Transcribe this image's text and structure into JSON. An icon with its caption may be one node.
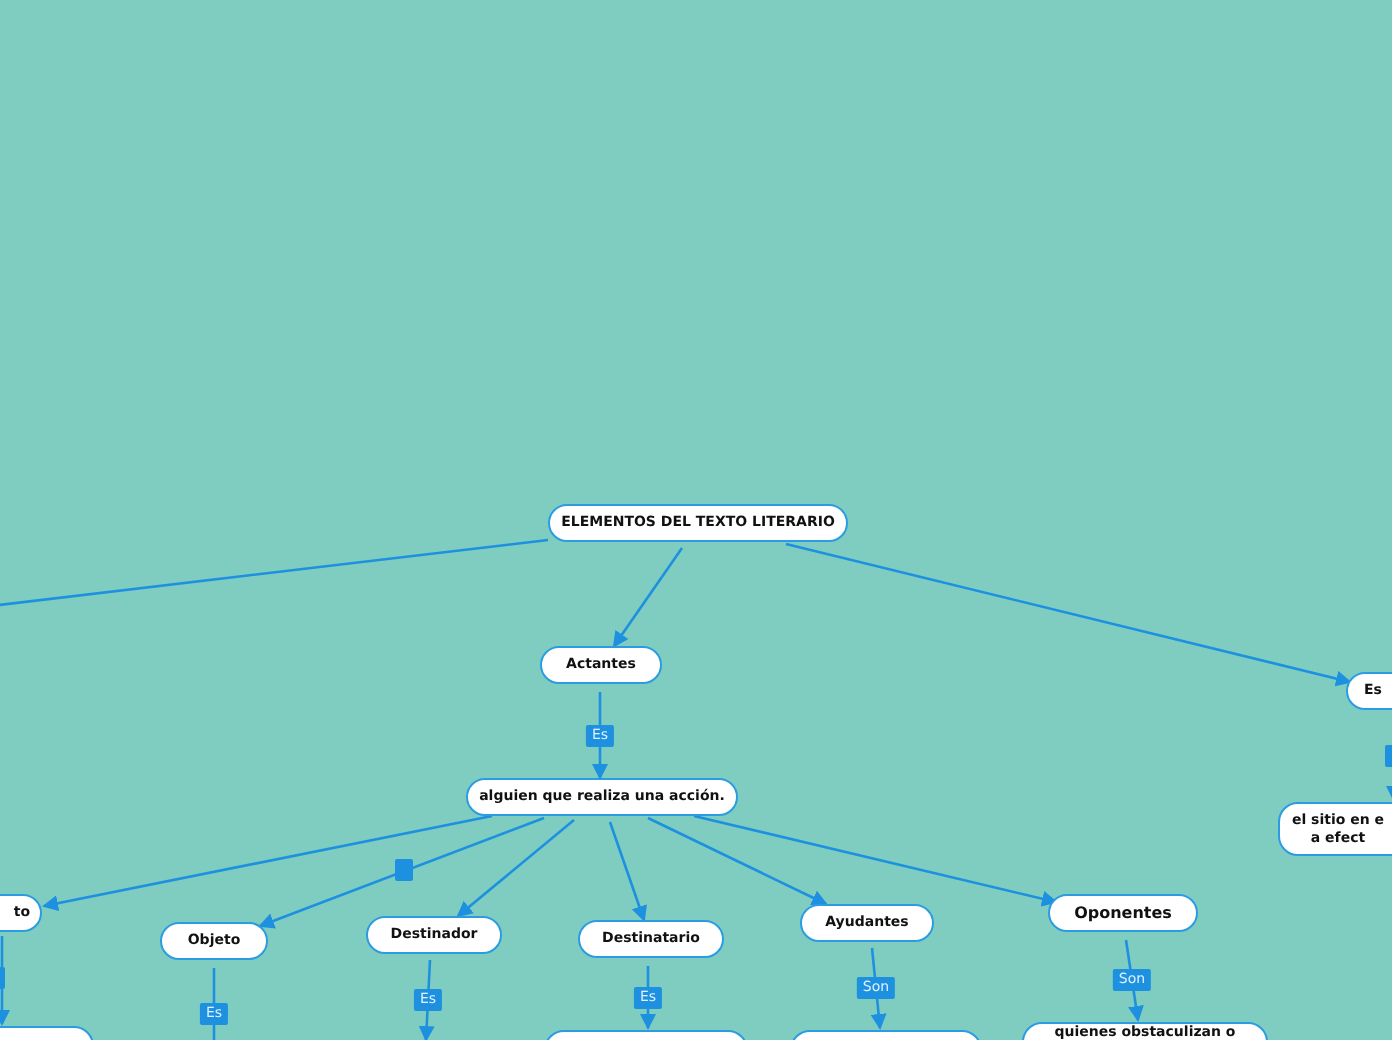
{
  "diagram": {
    "nodes": [
      {
        "text": [
          "ELEMENTOS DEL TEXTO LITERARIO"
        ]
      },
      {
        "text": [
          "Actantes"
        ]
      },
      {
        "text": [
          "alguien que realiza una acción."
        ]
      },
      {
        "text": [
          "to"
        ]
      },
      {
        "text": [
          "Objeto"
        ]
      },
      {
        "text": [
          "Destinador"
        ]
      },
      {
        "text": [
          "Destinatario"
        ]
      },
      {
        "text": [
          "Ayudantes"
        ]
      },
      {
        "text": [
          "Oponentes"
        ]
      },
      {
        "text": [
          "Es"
        ]
      },
      {
        "text": [
          "el sitio en e a efect"
        ]
      },
      {
        "text": [],
        "shape": "box"
      },
      {
        "text": [],
        "shape": "box"
      },
      {
        "text": [],
        "shape": "box"
      },
      {
        "text": [
          "quienes obstaculizan o"
        ]
      }
    ],
    "edges": [
      {
        "from": 0,
        "to": null,
        "arrow": "none"
      },
      {
        "from": 0,
        "to": 1,
        "arrow": "to"
      },
      {
        "from": 0,
        "to": 9,
        "arrow": "to"
      },
      {
        "from": 1,
        "to": 2,
        "arrow": "to",
        "label": "Es"
      },
      {
        "from": 2,
        "to": 3,
        "arrow": "to"
      },
      {
        "from": 2,
        "to": 4,
        "arrow": "to"
      },
      {
        "from": 2,
        "to": 5,
        "arrow": "to"
      },
      {
        "from": 2,
        "to": 6,
        "arrow": "to"
      },
      {
        "from": 2,
        "to": 7,
        "arrow": "to"
      },
      {
        "from": 2,
        "to": 8,
        "arrow": "to"
      },
      {
        "from": 9,
        "to": 10,
        "arrow": "to"
      },
      {
        "from": 3,
        "to": 11,
        "arrow": "to"
      },
      {
        "from": 4,
        "to": null,
        "arrow": "to",
        "label": "Es"
      },
      {
        "from": 5,
        "to": null,
        "arrow": "to",
        "label": "Es"
      },
      {
        "from": 6,
        "to": 12,
        "arrow": "to",
        "label": "Es"
      },
      {
        "from": 7,
        "to": 13,
        "arrow": "to",
        "label": "Son"
      },
      {
        "from": 8,
        "to": 14,
        "arrow": "to",
        "label": "Son"
      }
    ]
  }
}
